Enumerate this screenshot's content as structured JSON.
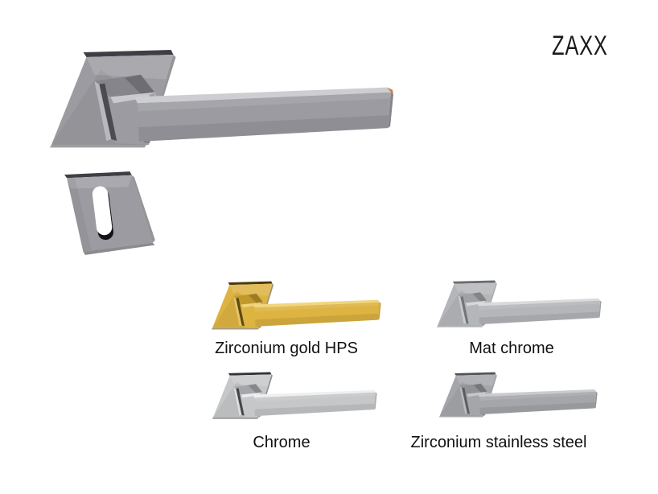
{
  "page": {
    "background": "#ffffff",
    "text_color": "#1a1a1a"
  },
  "product": {
    "title": "ZAXX"
  },
  "hero_handle": {
    "colors": {
      "top": "#cdced2",
      "face": "#9b9ba1",
      "side": "#85858b",
      "dark": "#3e3e44",
      "tip": "#c9814b"
    }
  },
  "escutcheon": {
    "keyhole_fill": "#ffffff",
    "keyhole_shadow": "#141418"
  },
  "variants": [
    {
      "label": "Zirconium gold HPS",
      "colors": {
        "top": "#f0d67e",
        "face": "#ddb342",
        "side": "#c0982e",
        "dark": "#4a390c"
      }
    },
    {
      "label": "Mat chrome",
      "colors": {
        "top": "#d8dadc",
        "face": "#b4b6b9",
        "side": "#9fa1a4",
        "dark": "#696b6e"
      }
    },
    {
      "label": "Chrome",
      "colors": {
        "top": "#edeff0",
        "face": "#c5c7c9",
        "side": "#a4a6a9",
        "dark": "#333337"
      }
    },
    {
      "label": "Zirconium stainless steel",
      "colors": {
        "top": "#c9cbce",
        "face": "#a4a6aa",
        "side": "#909296",
        "dark": "#505257"
      }
    }
  ]
}
